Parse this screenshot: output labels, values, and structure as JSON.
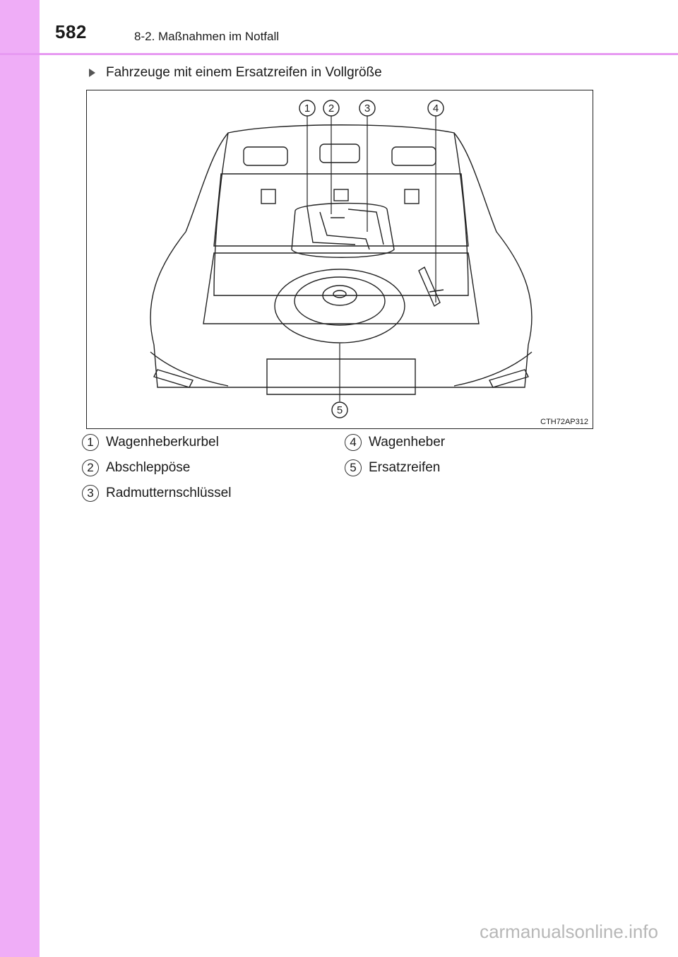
{
  "header": {
    "page_number": "582",
    "section": "8-2. Maßnahmen im Notfall"
  },
  "subsection_title": "Fahrzeuge mit einem Ersatzreifen in Vollgröße",
  "figure": {
    "code": "CTH72AP312",
    "callouts": [
      "1",
      "2",
      "3",
      "4",
      "5"
    ]
  },
  "legend": [
    {
      "number": "1",
      "label": "Wagenheberkurbel"
    },
    {
      "number": "2",
      "label": "Abschleppöse"
    },
    {
      "number": "3",
      "label": "Radmutternschlüssel"
    },
    {
      "number": "4",
      "label": "Wagenheber"
    },
    {
      "number": "5",
      "label": "Ersatzreifen"
    }
  ],
  "watermark": "carmanualsonline.info",
  "colors": {
    "accent": "#efadf7",
    "rule": "#e79af2"
  }
}
